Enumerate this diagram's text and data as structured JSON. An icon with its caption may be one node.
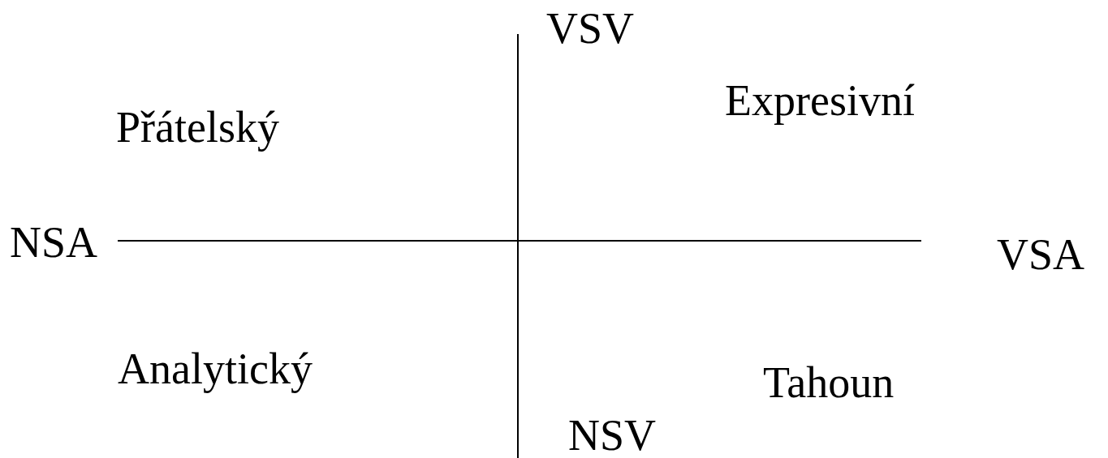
{
  "diagram": {
    "labels": [
      "VSV",
      "Expresivní",
      "Přátelský",
      "NSA",
      "VSA",
      "Analytický",
      "Tahoun",
      "NSV"
    ]
  }
}
